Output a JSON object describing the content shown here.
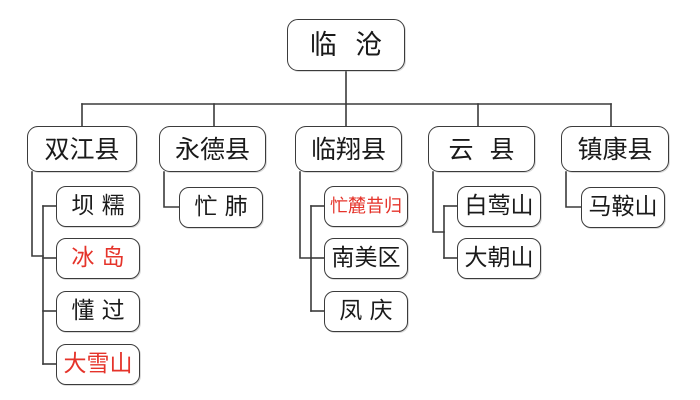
{
  "diagram": {
    "type": "tree",
    "title_node": "临沧",
    "stroke_color": "#3b3b3b",
    "text_color": "#1a1a1a",
    "highlight_color": "#e5332a",
    "background": "#ffffff"
  },
  "root": {
    "label": "临 沧",
    "highlight": false
  },
  "counties": [
    {
      "label": "双江县",
      "highlight": false,
      "children": [
        {
          "label": "坝 糯",
          "highlight": false
        },
        {
          "label": "冰 岛",
          "highlight": true
        },
        {
          "label": "懂 过",
          "highlight": false
        },
        {
          "label": "大雪山",
          "highlight": true
        }
      ]
    },
    {
      "label": "永德县",
      "highlight": false,
      "children": [
        {
          "label": "忙 肺",
          "highlight": false
        }
      ]
    },
    {
      "label": "临翔县",
      "highlight": false,
      "children": [
        {
          "label": "忙麓昔归",
          "highlight": true
        },
        {
          "label": "南美区",
          "highlight": false
        },
        {
          "label": "凤 庆",
          "highlight": false
        }
      ]
    },
    {
      "label": "云 县",
      "highlight": false,
      "children": [
        {
          "label": "白莺山",
          "highlight": false
        },
        {
          "label": "大朝山",
          "highlight": false
        }
      ]
    },
    {
      "label": "镇康县",
      "highlight": false,
      "children": [
        {
          "label": "马鞍山",
          "highlight": false
        }
      ]
    }
  ]
}
